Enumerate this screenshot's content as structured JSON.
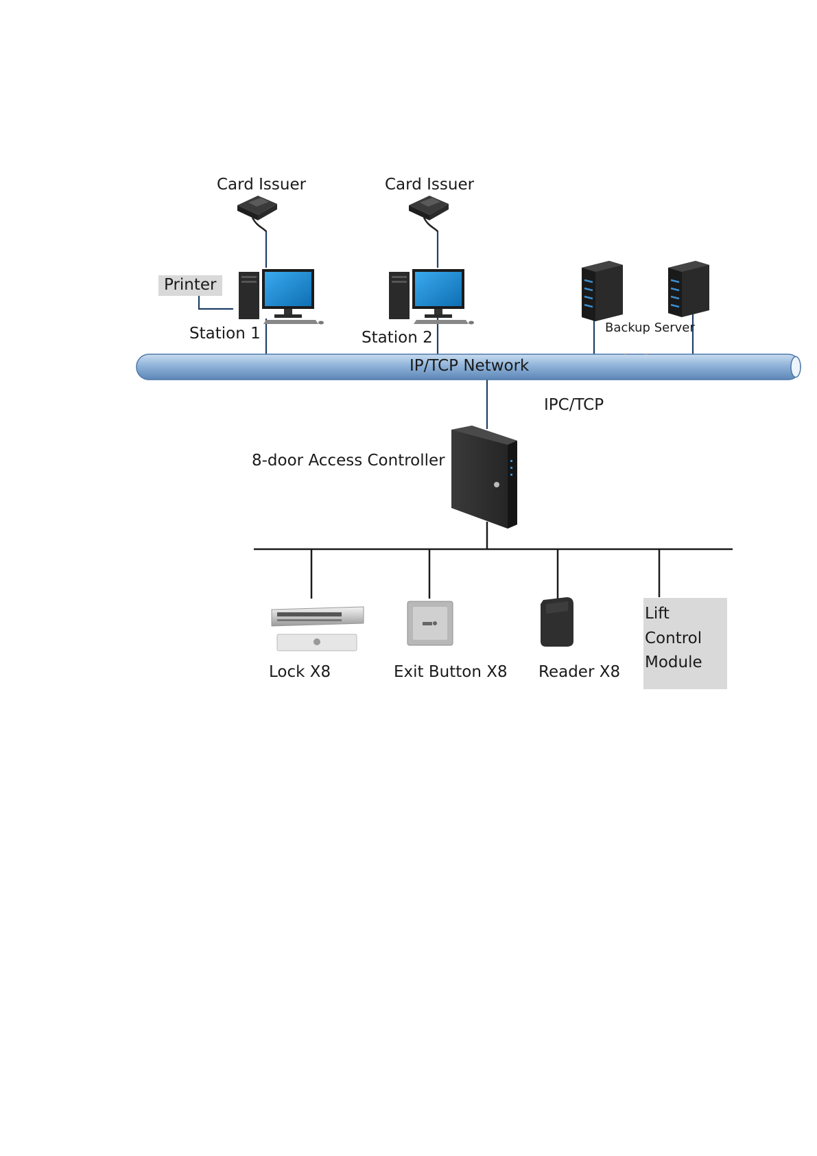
{
  "labels": {
    "card_issuer_1": "Card Issuer",
    "card_issuer_2": "Card Issuer",
    "printer": "Printer",
    "station_1": "Station 1",
    "station_2": "Station 2",
    "backup_server": "Backup Server",
    "network": "IP/TCP Network",
    "ipc_tcp": "IPC/TCP",
    "controller": "8-door Access Controller",
    "lock": "Lock X8",
    "exit_button": "Exit Button X8",
    "reader": "Reader X8",
    "lift_control": "Lift Control Module"
  },
  "colors": {
    "network_tube": "#8fb3d9",
    "monitor_screen": "#1f8fd6",
    "device_dark": "#2b2b2b",
    "label_box": "#d9d9d9",
    "line": "#1a1a1a",
    "line_blue": "#1f3f66"
  },
  "icons": [
    "card-issuer-icon",
    "desktop-computer-icon",
    "server-icon",
    "access-controller-icon",
    "magnetic-lock-icon",
    "exit-button-icon",
    "card-reader-icon"
  ]
}
